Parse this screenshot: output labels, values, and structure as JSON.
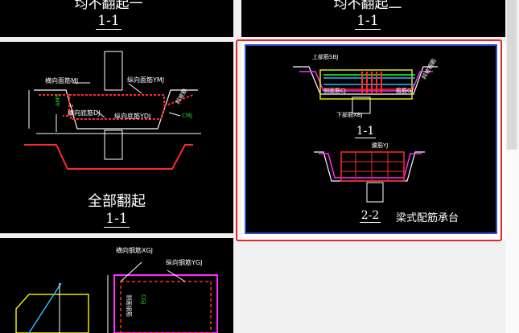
{
  "thumbs": [
    {
      "title": "均不翻起一",
      "caption": "1-1"
    },
    {
      "title": "均不翻起二",
      "caption": "1-1"
    },
    {
      "title": "全部翻起",
      "caption": "1-1",
      "labels": {
        "horiz_top": "横向面筋MJ",
        "long_top": "纵向面筋YMJ",
        "horiz_bot": "横向底筋DJ",
        "long_bot": "纵向底筋YDJ",
        "side_bar": "斜坡筋",
        "cmj": "CMJ",
        "ams": "AMS"
      }
    },
    {
      "title": "梁式配筋承台",
      "caption1": "1-1",
      "caption2": "2-2",
      "labels": {
        "top_bar": "上部筋SBJ",
        "side_bar": "侧面筋CJ",
        "bottom_bar": "下部筋XBJ",
        "stirrup": "箍筋GJ",
        "slope": "斜坡钢筋",
        "waist": "腰筋YJ"
      }
    },
    {
      "labels": {
        "horiz": "横向钢筋XGJ",
        "long": "纵向钢筋YGJ",
        "cgj": "CGJ",
        "side": "侧面钢筋"
      }
    }
  ],
  "colors": {
    "selection": "#e8262a",
    "thumb_border": "#2a4fd0",
    "panel_bg": "#000000"
  }
}
